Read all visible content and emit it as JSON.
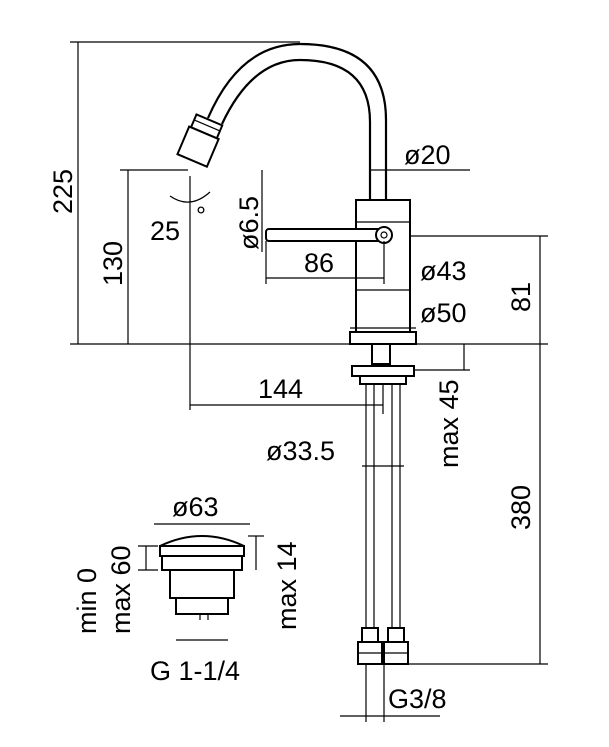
{
  "dimensions": {
    "height_total": "225",
    "height_spout": "130",
    "spout_angle": "25",
    "degree_symbol": "°",
    "aerator_dia": "ø6.5",
    "spout_dia": "ø20",
    "lever_reach": "86",
    "body_dia": "ø43",
    "base_dia": "ø50",
    "body_height": "81",
    "spout_reach": "144",
    "deck_thickness": "max 45",
    "hole_dia": "ø33.5",
    "hose_length": "380",
    "hose_thread": "G3/8"
  },
  "waste": {
    "cap_dia": "ø63",
    "lift_min": "min 0",
    "lift_max": "max 60",
    "waste_height": "max 14",
    "thread": "G 1-1/4"
  }
}
